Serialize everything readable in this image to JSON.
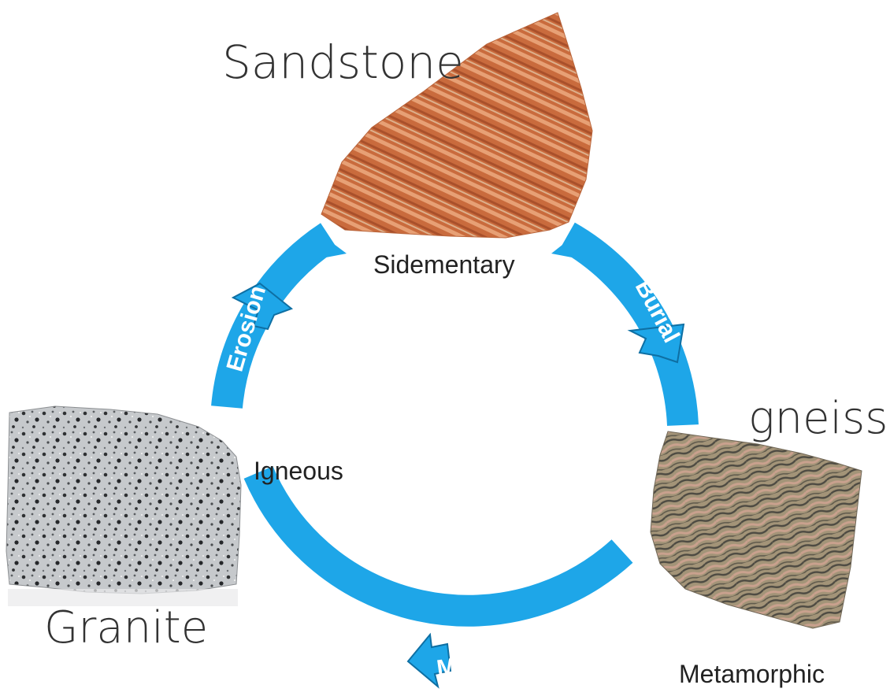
{
  "rocks": {
    "sandstone": {
      "name": "Sandstone",
      "type": "Sidementary"
    },
    "gneiss": {
      "name": "gneiss",
      "type": "Metamorphic"
    },
    "granite": {
      "name": "Granite",
      "type": "Igneous"
    }
  },
  "processes": {
    "erosion": "Erosion",
    "burial": "Burial",
    "melting": "Melting"
  },
  "colors": {
    "cycle_arrow": "#1ea6e8",
    "sandstone": "#c86a3c",
    "gneiss": "#9a8e76",
    "granite": "#b9bcbf"
  }
}
